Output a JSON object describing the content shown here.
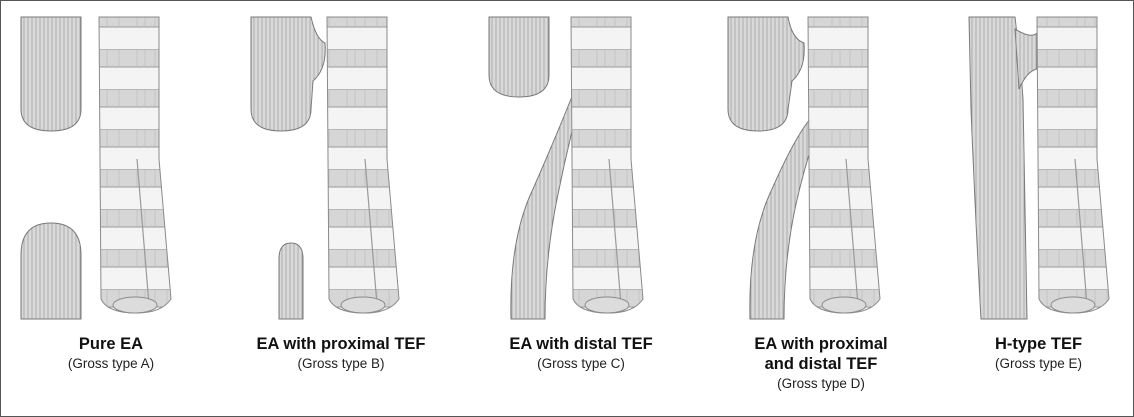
{
  "figure": {
    "panels": [
      {
        "title": "Pure EA",
        "subtitle": "(Gross type A)"
      },
      {
        "title": "EA with proximal TEF",
        "subtitle": "(Gross type B)"
      },
      {
        "title": "EA with distal TEF",
        "subtitle": "(Gross type C)"
      },
      {
        "title": "EA with proximal and distal TEF",
        "title_line1": "EA with proximal",
        "title_line2": "and distal TEF",
        "subtitle": "(Gross type D)"
      },
      {
        "title": "H-type TEF",
        "subtitle": "(Gross type E)"
      }
    ],
    "colors": {
      "border": "#555555",
      "illustration": "#8a8a8a",
      "shade": "#c8c8c8"
    }
  }
}
